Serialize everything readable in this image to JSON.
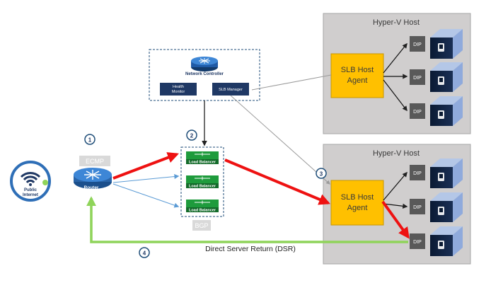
{
  "internet": {
    "label_line1": "Public",
    "label_line2": "Internet"
  },
  "router": {
    "label": "Router",
    "tag": "ECMP"
  },
  "network_controller": {
    "label": "Network Controller",
    "health_monitor_line1": "Health",
    "health_monitor_line2": "Monitor",
    "slb_manager": "SLB Manager"
  },
  "load_balancers": {
    "items": [
      {
        "label": "Load Balancer"
      },
      {
        "label": "Load Balancer"
      },
      {
        "label": "Load Balancer"
      }
    ],
    "tag": "BGP"
  },
  "hosts": [
    {
      "title": "Hyper-V Host",
      "agent_line1": "SLB Host",
      "agent_line2": "Agent",
      "dips": [
        "DIP",
        "DIP",
        "DIP"
      ]
    },
    {
      "title": "Hyper-V Host",
      "agent_line1": "SLB Host",
      "agent_line2": "Agent",
      "dips": [
        "DIP",
        "DIP",
        "DIP"
      ]
    }
  ],
  "steps": [
    "1",
    "2",
    "3",
    "4"
  ],
  "dsr_label": "Direct Server Return (DSR)",
  "colors": {
    "red_flow": "#ee1111",
    "green_return": "#8fd45a",
    "blue_flow": "#5b9bd5",
    "host_box": "#d0cece",
    "agent_box": "#ffc000",
    "dip_box": "#595959",
    "lb_green": "#1e9b3c",
    "router_blue": "#2f6fb7"
  }
}
